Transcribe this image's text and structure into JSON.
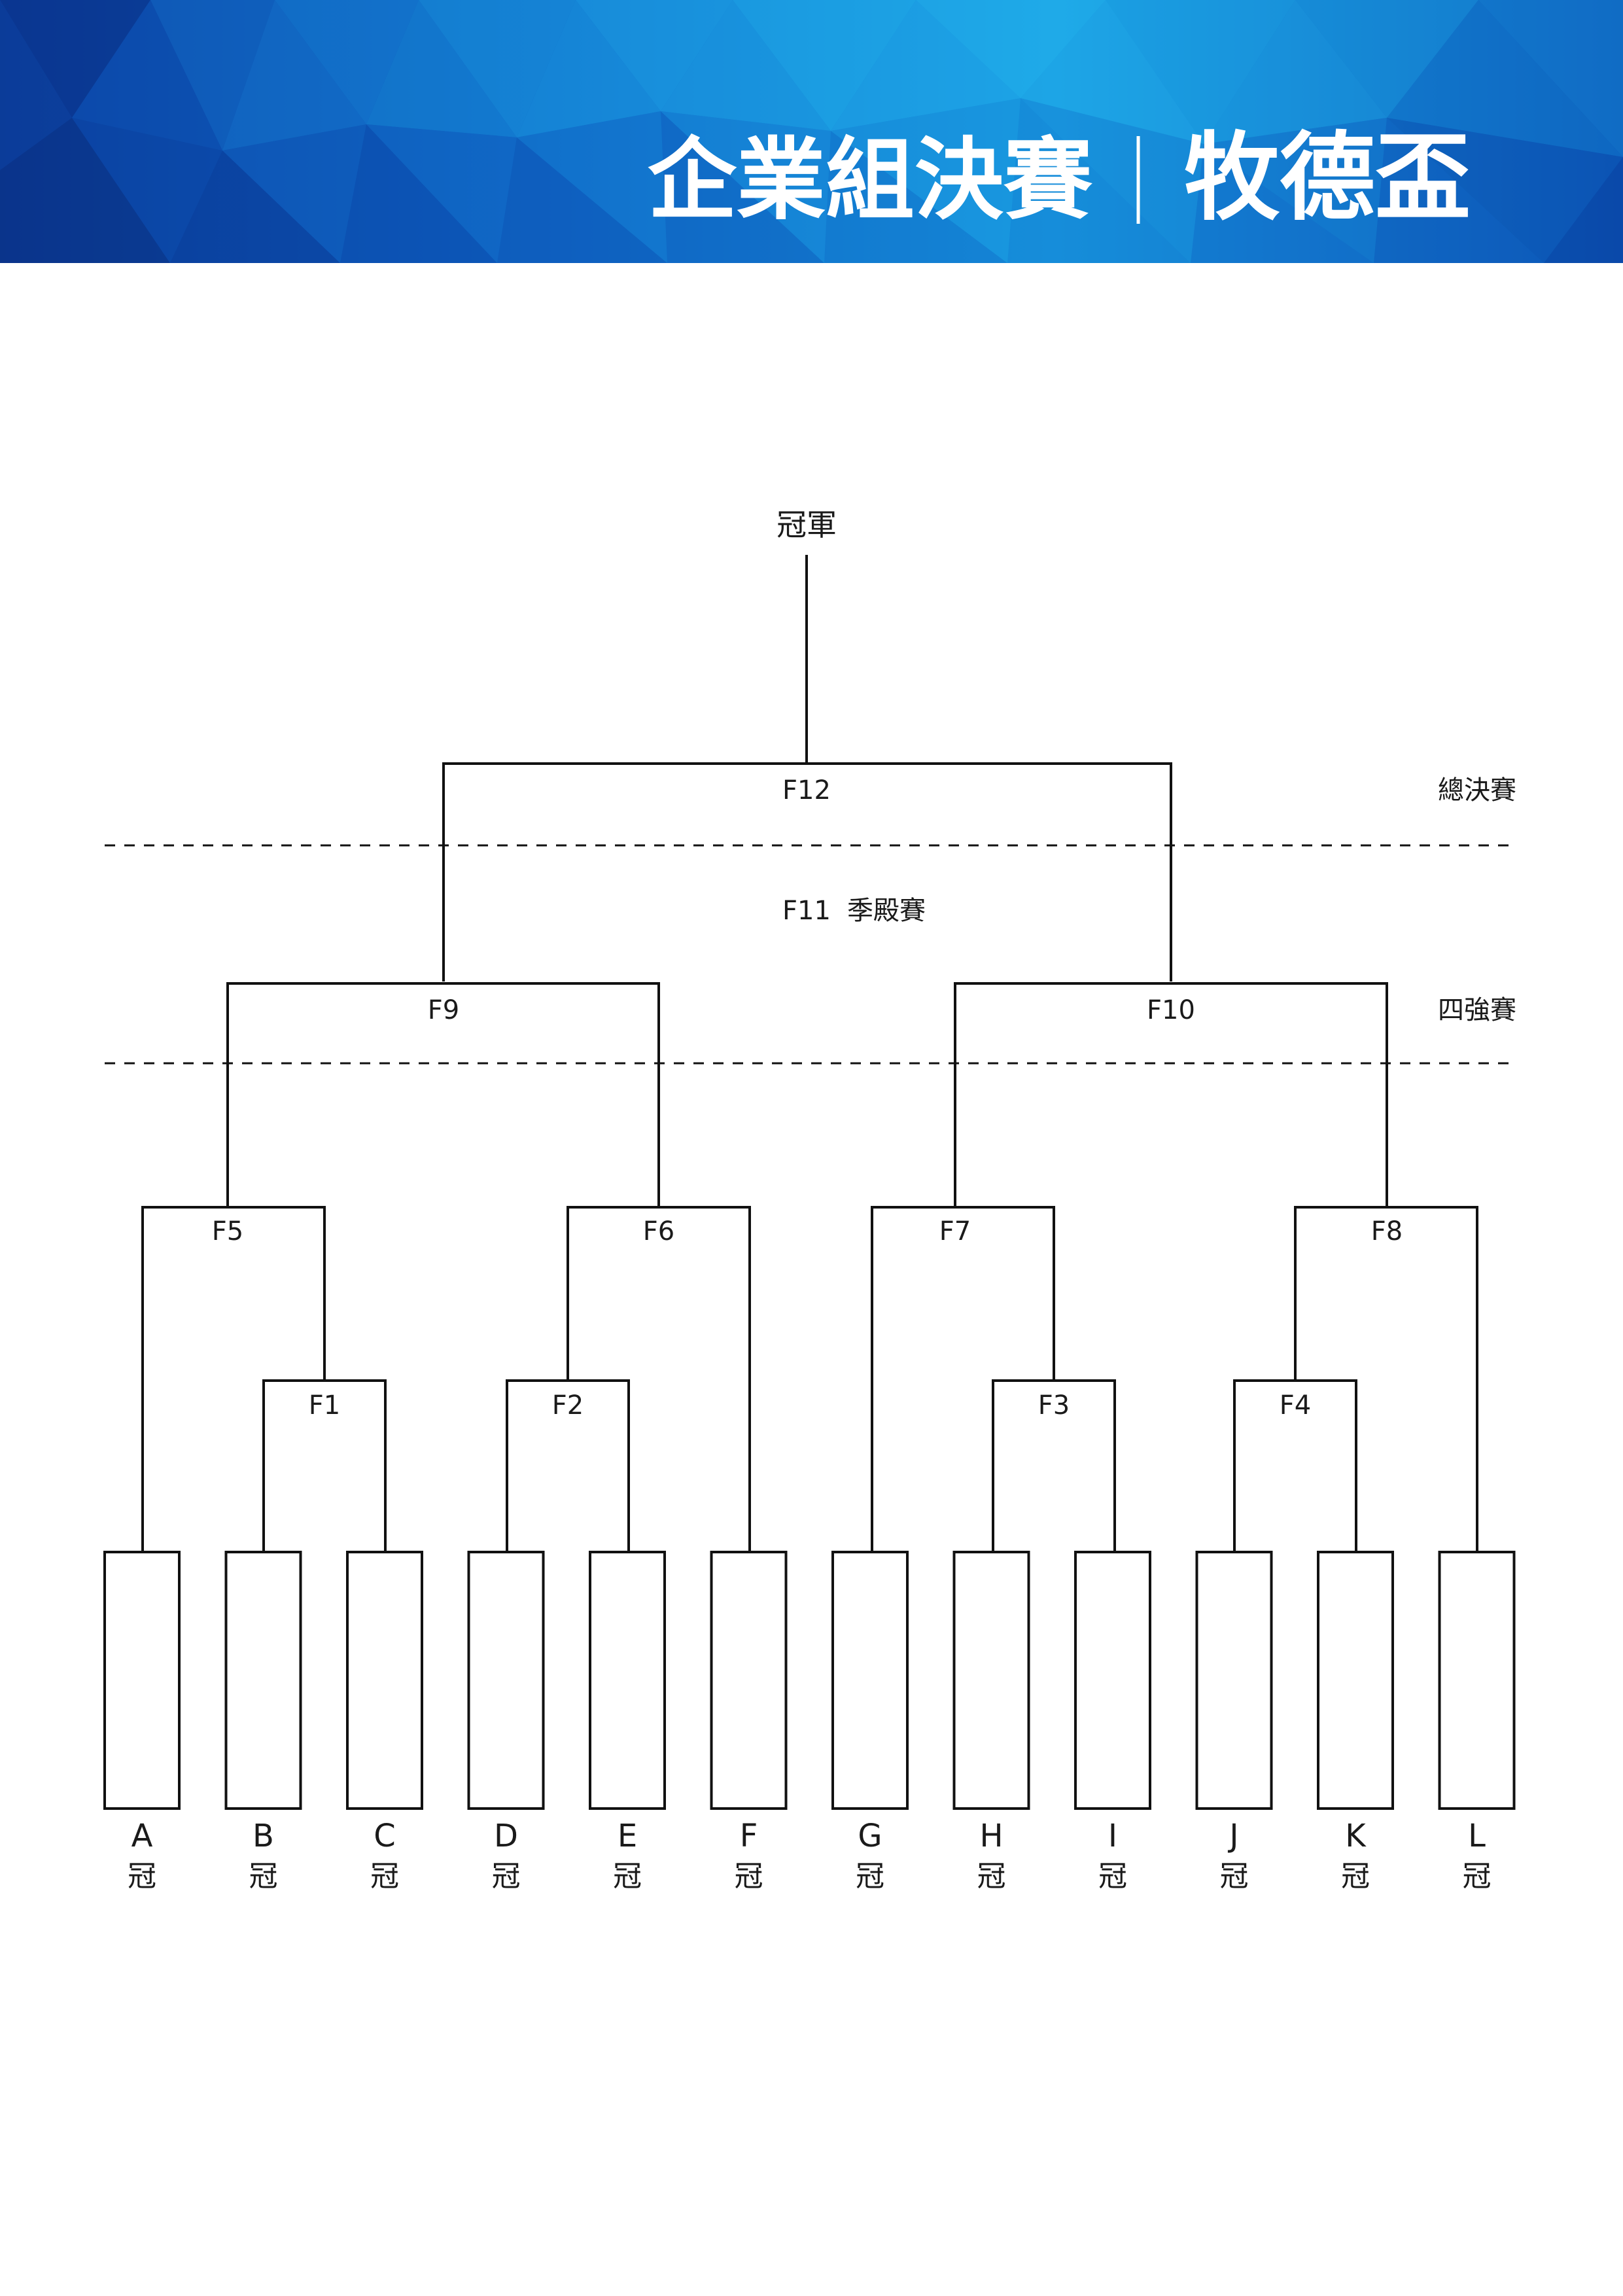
{
  "header": {
    "title_left": "企業組決賽",
    "title_right": "牧德盃"
  },
  "bracket": {
    "champion_label": "冠軍",
    "final_match": "F12",
    "final_round": "總決賽",
    "third_place_match": "F11",
    "third_place_label": "季殿賽",
    "semi_round": "四強賽",
    "matches": [
      "F1",
      "F2",
      "F3",
      "F4",
      "F5",
      "F6",
      "F7",
      "F8",
      "F9",
      "F10"
    ],
    "groups": [
      "A",
      "B",
      "C",
      "D",
      "E",
      "F",
      "G",
      "H",
      "I",
      "J",
      "K",
      "L"
    ],
    "group_suffix": "冠"
  },
  "colors": {
    "header_dark": "#0b3f9e",
    "header_light": "#19a6e6",
    "line": "#111111"
  }
}
